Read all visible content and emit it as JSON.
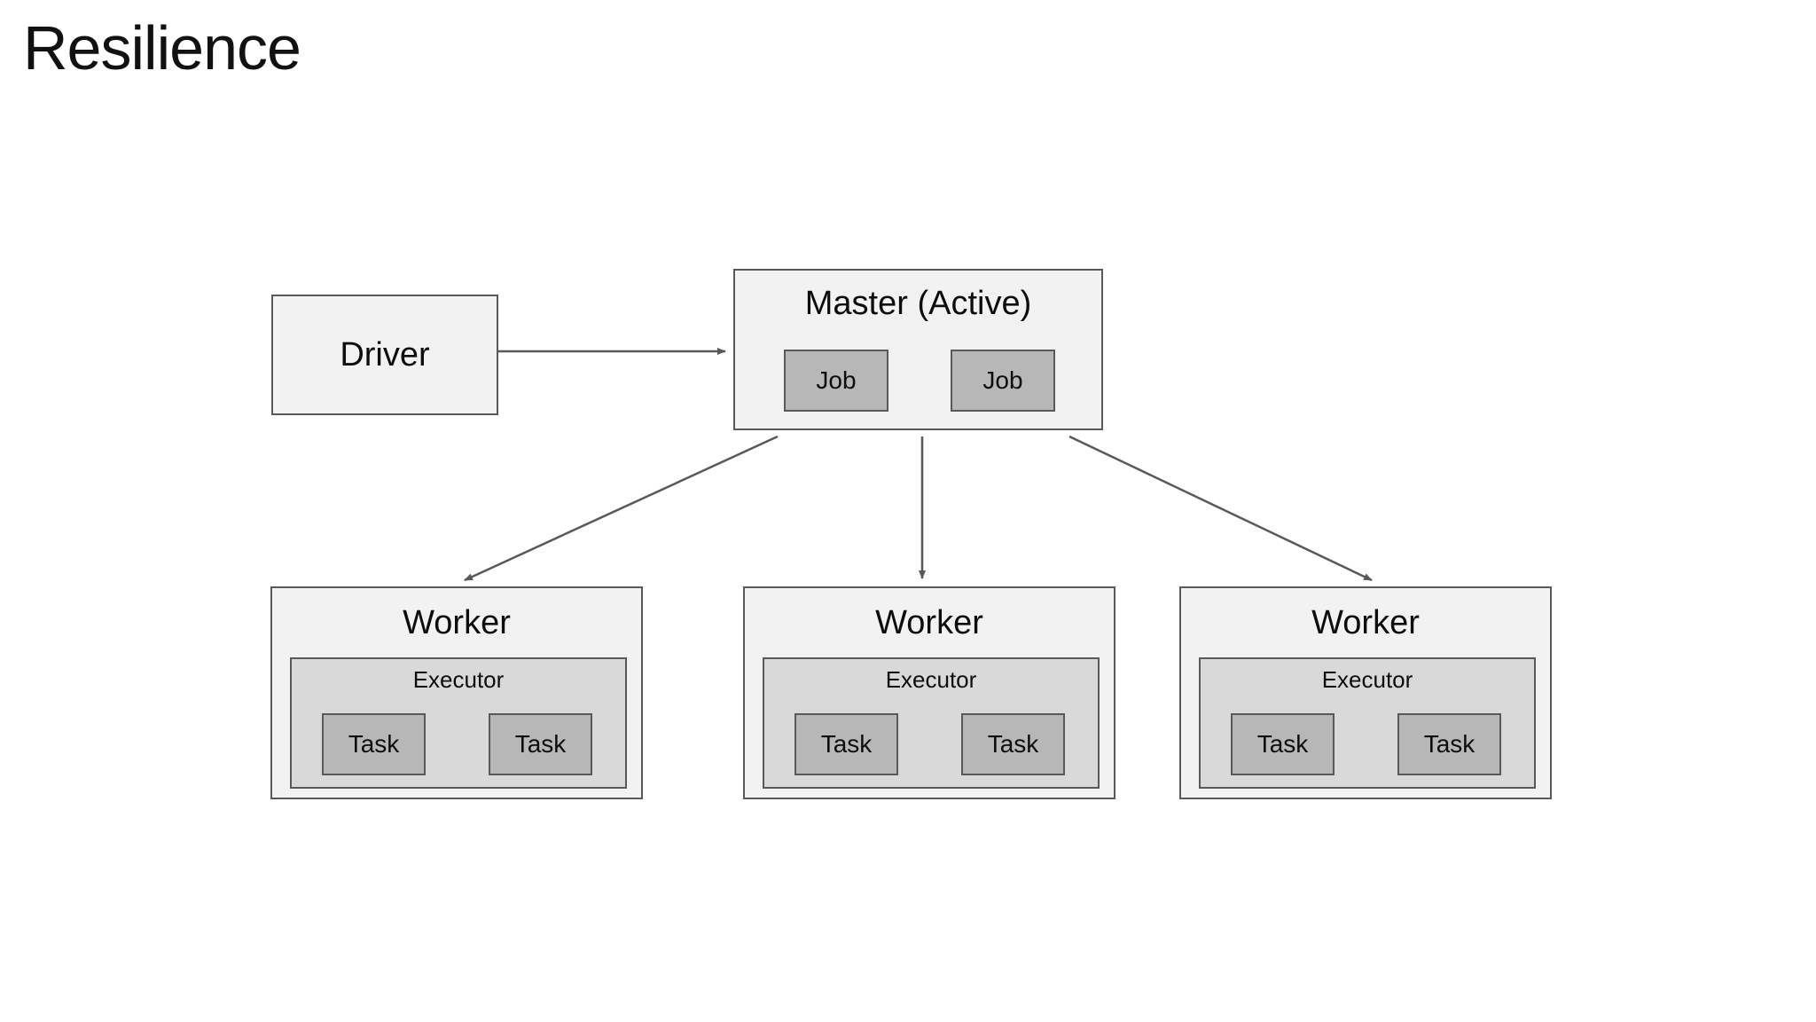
{
  "slide": {
    "title": "Resilience"
  },
  "colors": {
    "background": "#ffffff",
    "box_fill": "#f2f2f2",
    "executor_fill": "#d9d9d9",
    "job_task_fill": "#b7b7b7",
    "border": "#595959",
    "arrow": "#595959",
    "text": "#111111"
  },
  "diagram": {
    "driver": {
      "label": "Driver"
    },
    "master": {
      "label": "Master (Active)",
      "jobs": [
        "Job",
        "Job"
      ]
    },
    "workers": [
      {
        "label": "Worker",
        "executor": {
          "label": "Executor",
          "tasks": [
            "Task",
            "Task"
          ]
        }
      },
      {
        "label": "Worker",
        "executor": {
          "label": "Executor",
          "tasks": [
            "Task",
            "Task"
          ]
        }
      },
      {
        "label": "Worker",
        "executor": {
          "label": "Executor",
          "tasks": [
            "Task",
            "Task"
          ]
        }
      }
    ]
  }
}
